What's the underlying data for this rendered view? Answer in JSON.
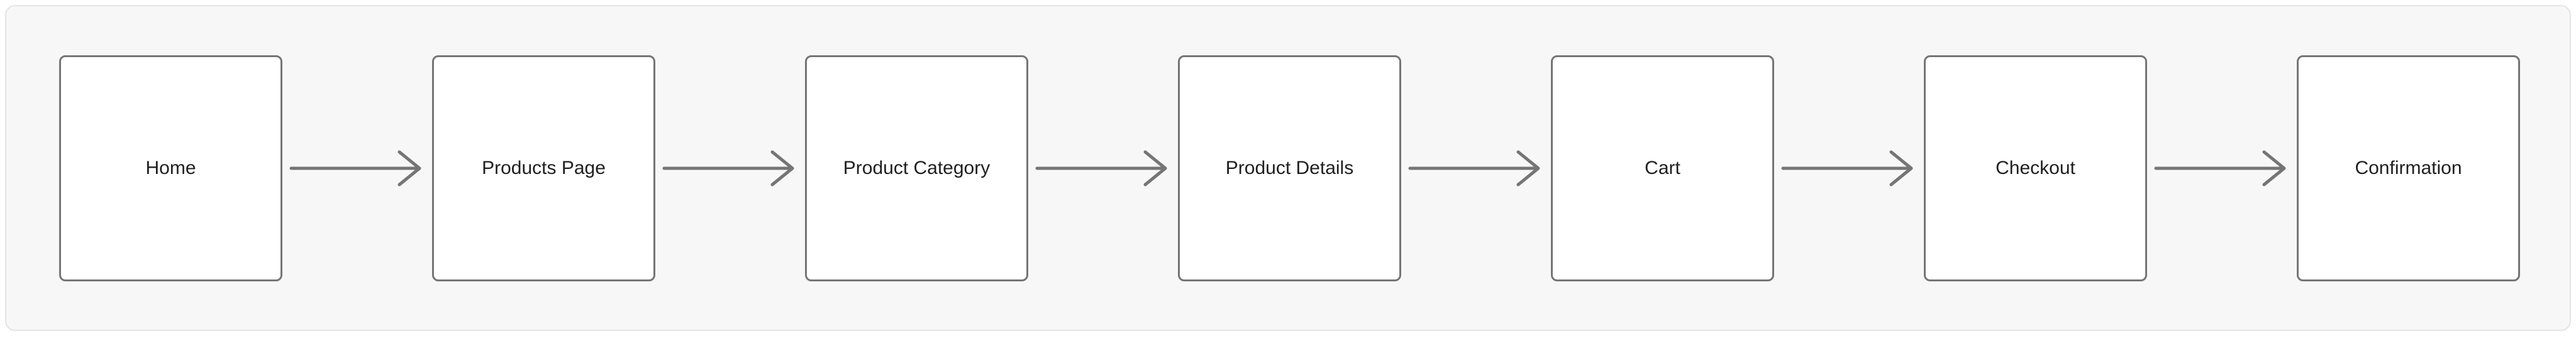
{
  "diagram": {
    "type": "flowchart",
    "direction": "left-to-right",
    "node_count": 7,
    "connector_style": "arrow-right"
  },
  "flow": {
    "steps": [
      {
        "label": "Home"
      },
      {
        "label": "Products Page"
      },
      {
        "label": "Product Category"
      },
      {
        "label": "Product Details"
      },
      {
        "label": "Cart"
      },
      {
        "label": "Checkout"
      },
      {
        "label": "Confirmation"
      }
    ]
  },
  "icons": {
    "connector": "arrow-right-icon"
  },
  "colors": {
    "page_background": "#ffffff",
    "canvas_background": "#f7f7f8",
    "canvas_border": "#e4e4e5",
    "node_background": "#ffffff",
    "node_border": "#757575",
    "arrow": "#757575",
    "label_text": "#1f1f1f"
  }
}
